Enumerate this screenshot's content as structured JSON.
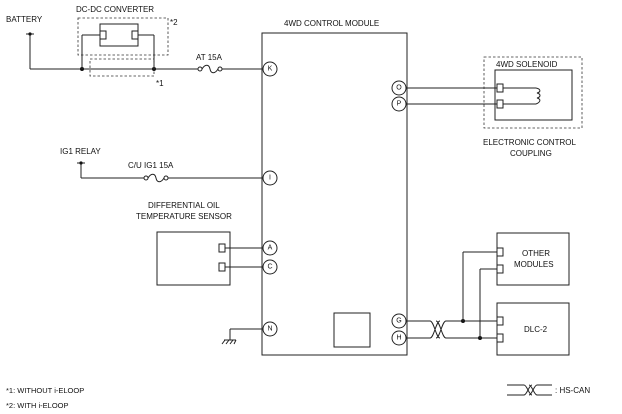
{
  "labels": {
    "battery": "BATTERY",
    "dcdc_converter": "DC-DC CONVERTER",
    "mark2": "*2",
    "mark1": "*1",
    "fuse_at": "AT 15A",
    "module_title": "4WD CONTROL MODULE",
    "solenoid_title": "4WD SOLENOID",
    "ecc_line1": "ELECTRONIC CONTROL",
    "ecc_line2": "COUPLING",
    "ig1_relay": "IG1 RELAY",
    "fuse_cu": "C/U IG1 15A",
    "sensor_line1": "DIFFERENTIAL OIL",
    "sensor_line2": "TEMPERATURE SENSOR",
    "other_line1": "OTHER",
    "other_line2": "MODULES",
    "dlc": "DLC-2",
    "hscan_legend": ": HS-CAN",
    "note1": "*1: WITHOUT i-ELOOP",
    "note2": "*2: WITH i-ELOOP"
  },
  "terminals": {
    "K": "K",
    "O": "O",
    "P": "P",
    "I": "I",
    "A": "A",
    "C": "C",
    "N": "N",
    "G": "G",
    "H": "H"
  }
}
